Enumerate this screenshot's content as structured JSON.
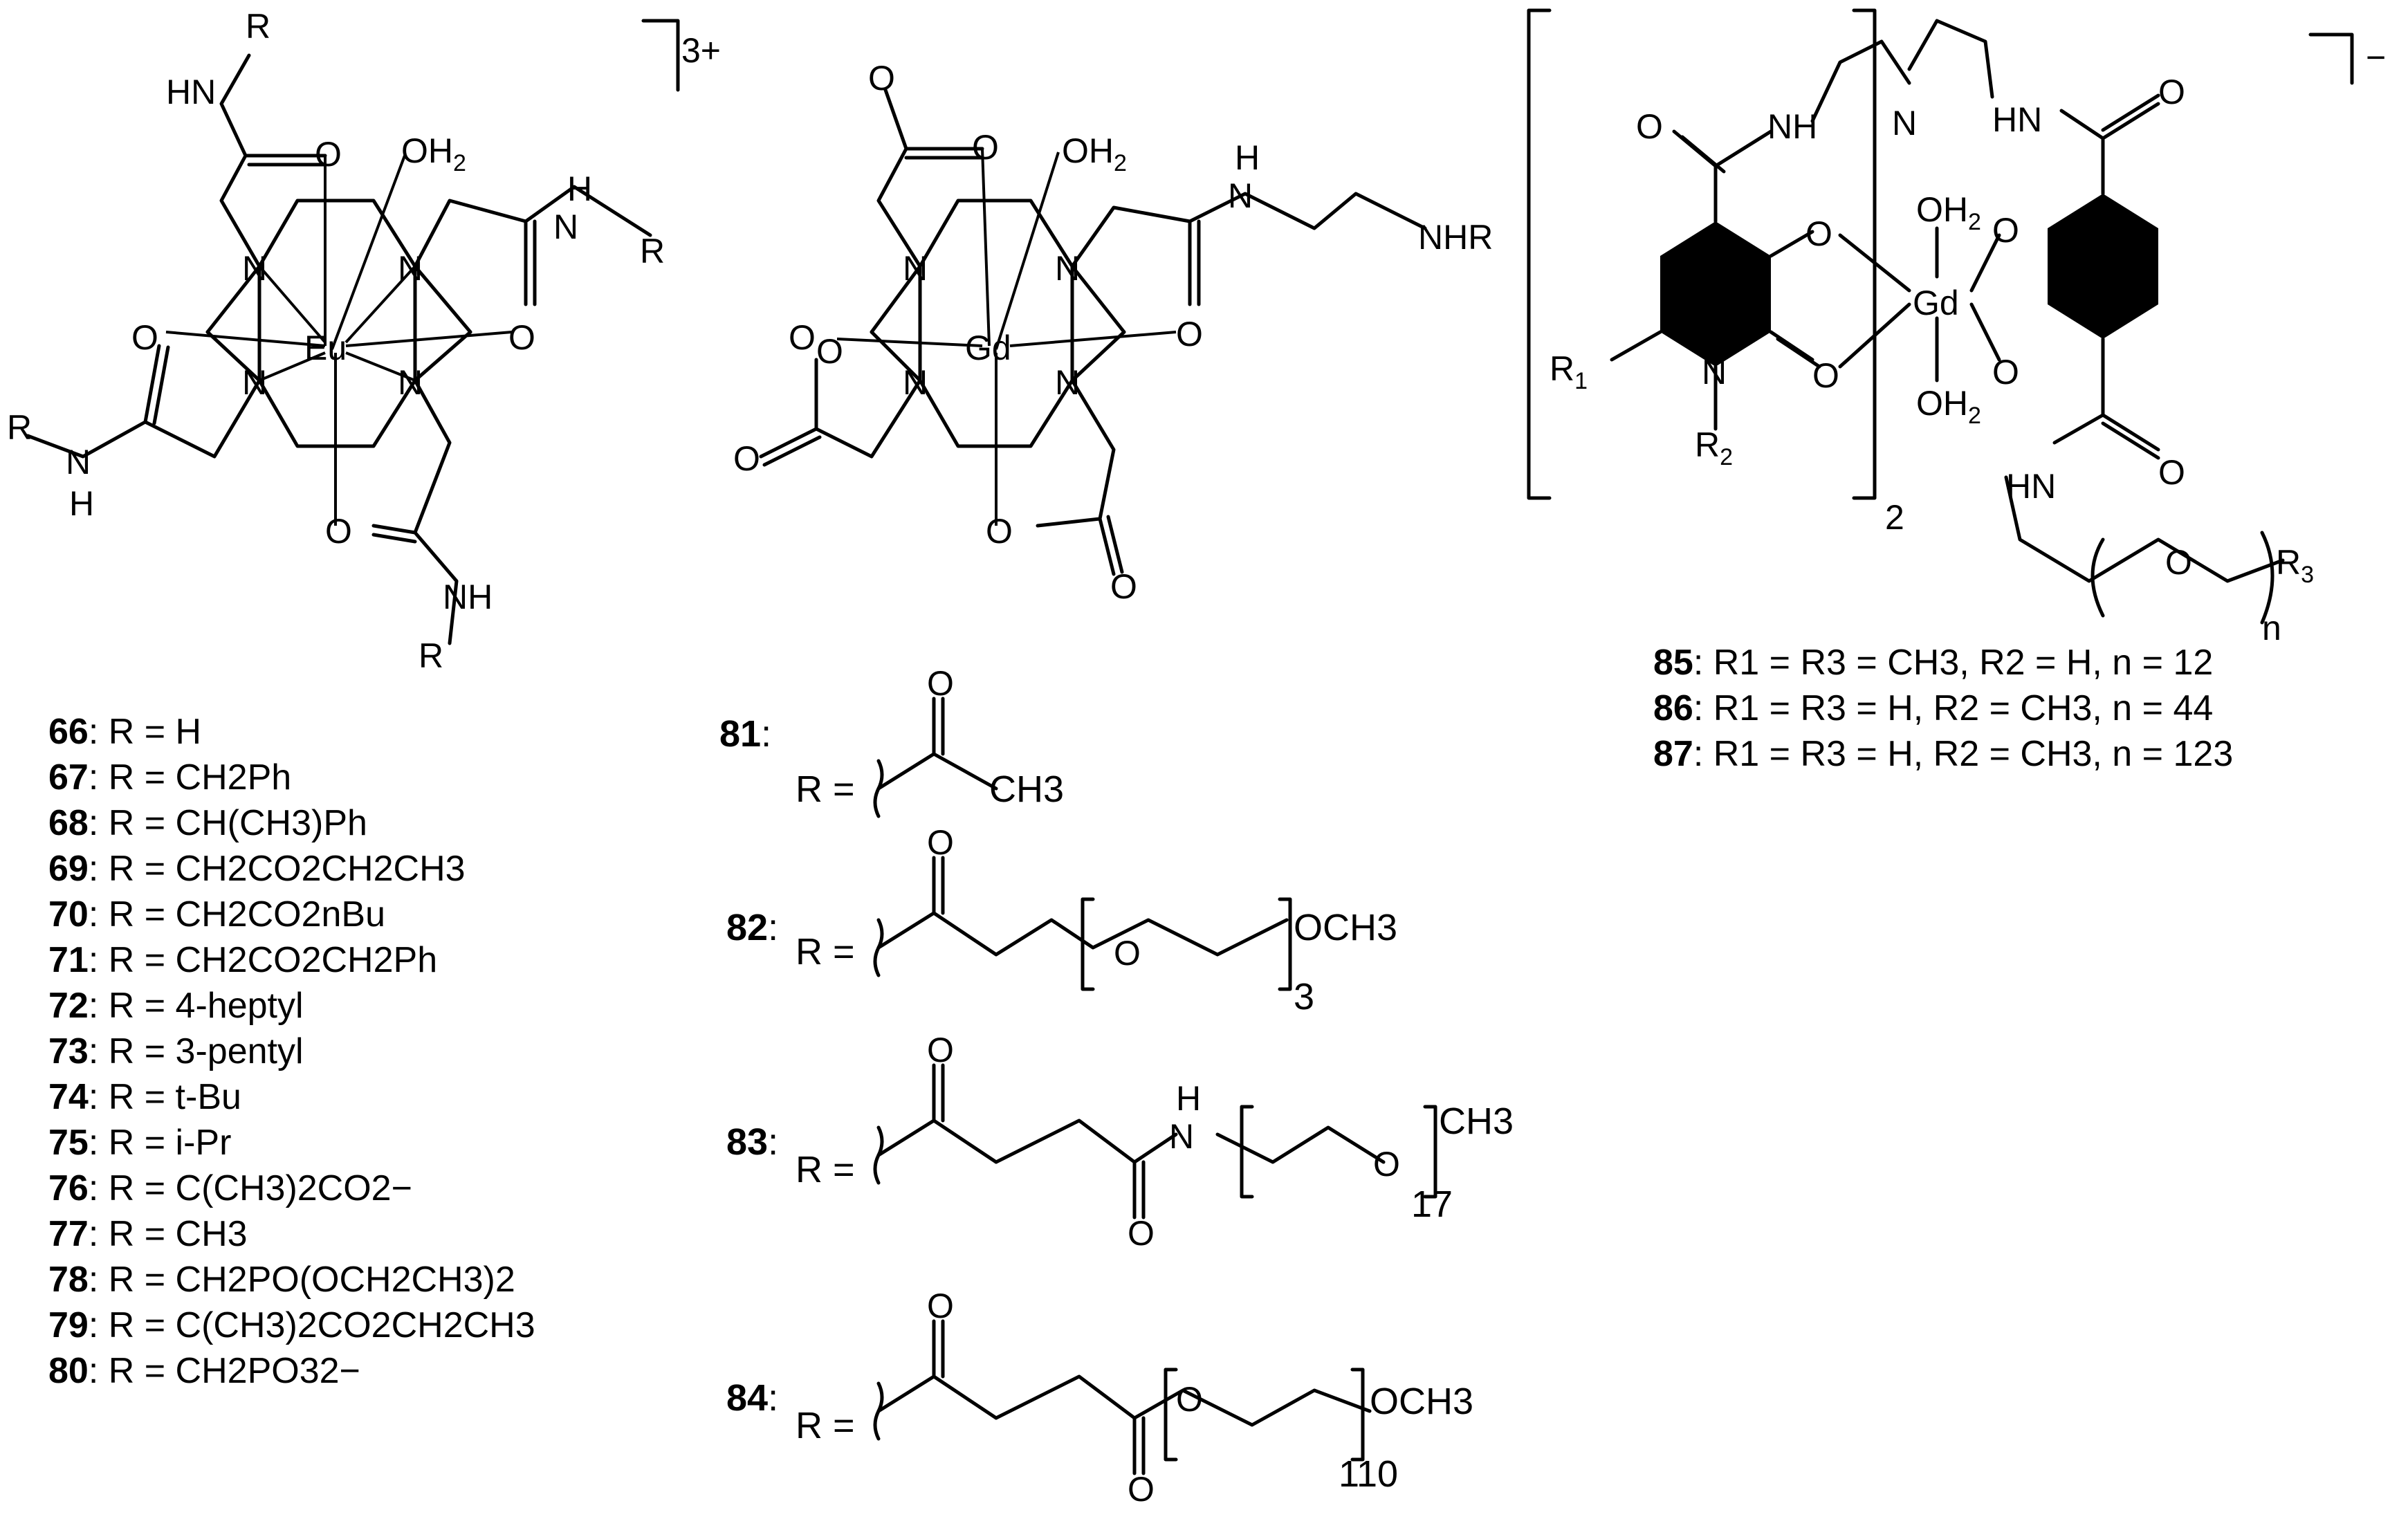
{
  "structures": {
    "eu_complex": {
      "metal": "Eu",
      "charge": "3+",
      "water": "OH2",
      "amide_h": "H",
      "r": "R",
      "oxygen": "O",
      "nitrogen": "N",
      "hn": "HN",
      "nh": "NH"
    },
    "gd_dota": {
      "metal": "Gd",
      "water": "OH2",
      "nhr": "NHR",
      "h": "H",
      "oxygen": "O",
      "nitrogen": "N"
    },
    "gd_hopo": {
      "metal": "Gd",
      "charge": "−",
      "bracket_subscript": "2",
      "nh": "NH",
      "hn": "HN",
      "n": "N",
      "oxygen": "O",
      "water": "OH2",
      "r1": "R1",
      "r2": "R2",
      "r3": "R3",
      "peg_n": "n"
    }
  },
  "eu_series": [
    {
      "id": "66",
      "r": ": R = H"
    },
    {
      "id": "67",
      "r": ": R = CH2Ph"
    },
    {
      "id": "68",
      "r": ": R = CH(CH3)Ph"
    },
    {
      "id": "69",
      "r": ": R = CH2CO2CH2CH3"
    },
    {
      "id": "70",
      "r": ": R = CH2CO2nBu"
    },
    {
      "id": "71",
      "r": ": R = CH2CO2CH2Ph"
    },
    {
      "id": "72",
      "r": ": R = 4-heptyl"
    },
    {
      "id": "73",
      "r": ": R = 3-pentyl"
    },
    {
      "id": "74",
      "r": ": R = t-Bu"
    },
    {
      "id": "75",
      "r": ": R = i-Pr"
    },
    {
      "id": "76",
      "r": ": R = C(CH3)2CO2−"
    },
    {
      "id": "77",
      "r": ": R = CH3"
    },
    {
      "id": "78",
      "r": ": R = CH2PO(OCH2CH3)2"
    },
    {
      "id": "79",
      "r": ": R = C(CH3)2CO2CH2CH3"
    },
    {
      "id": "80",
      "r": ": R = CH2PO32−"
    }
  ],
  "gd_series": [
    {
      "id": "81",
      "prefix": "R =",
      "end_group": "CH3",
      "repeat": ""
    },
    {
      "id": "82",
      "prefix": "R =",
      "end_group": "OCH3",
      "repeat": "3"
    },
    {
      "id": "83",
      "prefix": "R =",
      "end_group": "CH3",
      "repeat": "17",
      "amide": "H"
    },
    {
      "id": "84",
      "prefix": "R =",
      "end_group": "OCH3",
      "repeat": "110"
    }
  ],
  "hopo_series": [
    {
      "id": "85",
      "r": ": R1 = R3 = CH3, R2 = H,  n = 12"
    },
    {
      "id": "86",
      "r": ": R1 = R3 = H, R2 = CH3,  n = 44"
    },
    {
      "id": "87",
      "r": ": R1 = R3 = H, R2 = CH3,  n = 123"
    }
  ]
}
